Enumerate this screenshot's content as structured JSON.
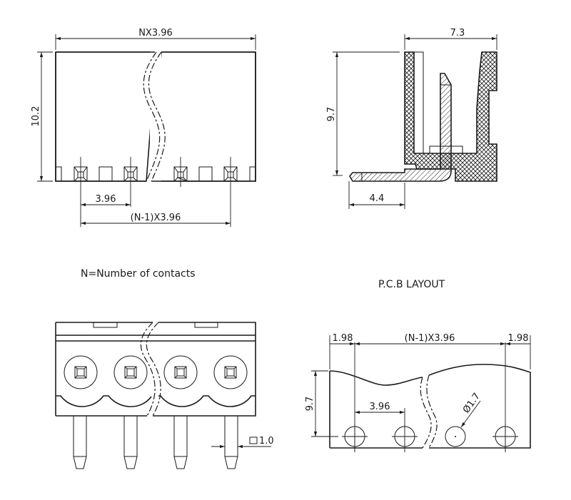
{
  "views": {
    "front": {
      "width_label": "NX3.96",
      "height_label": "10.2",
      "pitch_label": "3.96",
      "span_label": "(N-1)X3.96"
    },
    "side": {
      "depth_label": "7.3",
      "height_label": "9.7",
      "pin_length_label": "4.4"
    },
    "bottom": {
      "pin_size_label": "1.0",
      "contacts_shown": 4
    },
    "pcb": {
      "title": "P.C.B LAYOUT",
      "edge_left_label": "1.98",
      "edge_right_label": "1.98",
      "span_label": "(N-1)X3.96",
      "pitch_label": "3.96",
      "height_label": "9.7",
      "hole_label": "Ø1.7"
    }
  },
  "notes": {
    "n_definition": "N=Number of contacts"
  },
  "colors": {
    "line": "#1a1a1a",
    "background": "#ffffff"
  }
}
